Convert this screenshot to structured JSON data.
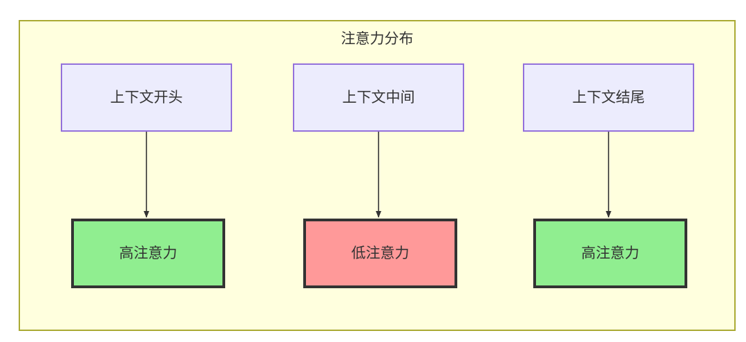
{
  "diagram": {
    "title": "注意力分布",
    "colors": {
      "container_fill": "#ffffde",
      "container_border": "#aaaa33",
      "context_fill": "#ececfd",
      "context_border": "#9370db",
      "high_attention_fill": "#90ee90",
      "low_attention_fill": "#ff9999",
      "attention_border": "#333333",
      "text": "#333333",
      "edge": "#333333"
    },
    "columns": [
      {
        "id": "col-start",
        "source": {
          "label": "上下文开头",
          "type": "context"
        },
        "target": {
          "label": "高注意力",
          "type": "high"
        }
      },
      {
        "id": "col-middle",
        "source": {
          "label": "上下文中间",
          "type": "context"
        },
        "target": {
          "label": "低注意力",
          "type": "low"
        }
      },
      {
        "id": "col-end",
        "source": {
          "label": "上下文结尾",
          "type": "context"
        },
        "target": {
          "label": "高注意力",
          "type": "high"
        }
      }
    ]
  }
}
